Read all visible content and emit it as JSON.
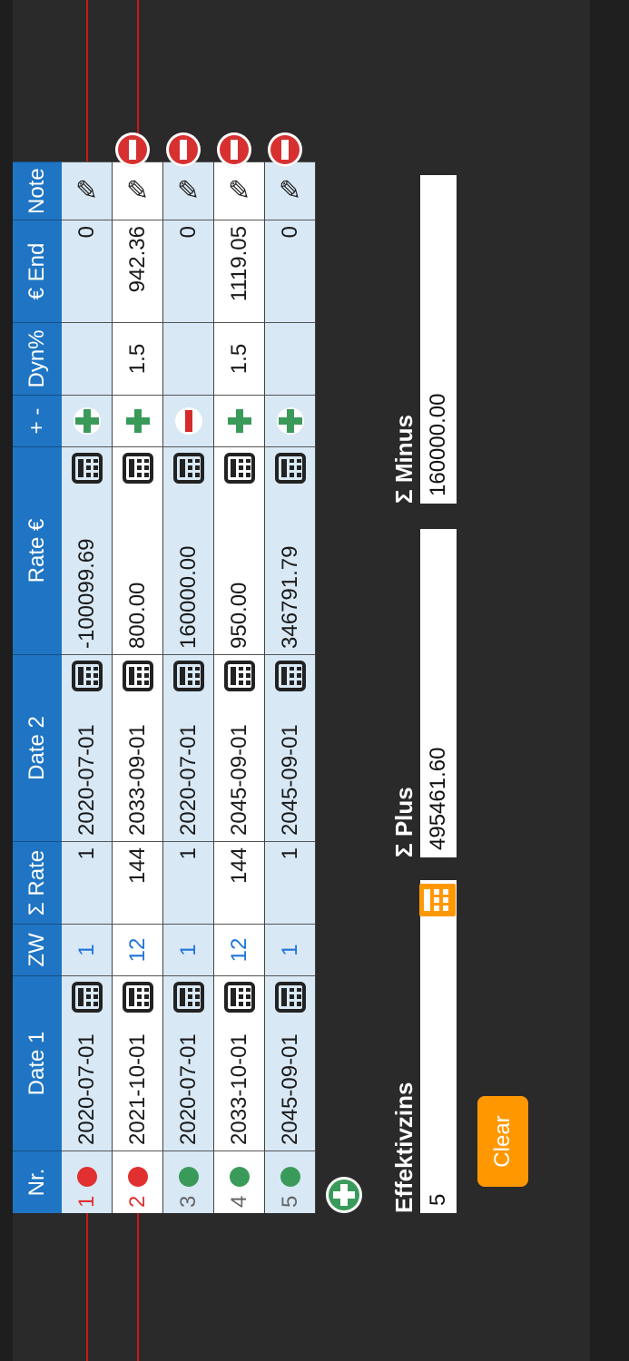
{
  "table": {
    "headers": {
      "nr": "Nr.",
      "date1": "Date 1",
      "zw": "ZW",
      "srate": "Σ Rate",
      "date2": "Date 2",
      "rate": "Rate €",
      "pm": "+ -",
      "dyn": "Dyn%",
      "end": "€ End",
      "note": "Note"
    },
    "rows": [
      {
        "nr": "1",
        "status": "red",
        "date1": "2020-07-01",
        "zw": "1",
        "srate": "1",
        "date2": "2020-07-01",
        "rate": "-100099.69",
        "sign": "plus",
        "dyn": "",
        "end": "0",
        "struck": true
      },
      {
        "nr": "2",
        "status": "red",
        "date1": "2021-10-01",
        "zw": "12",
        "srate": "144",
        "date2": "2033-09-01",
        "rate": "800.00",
        "sign": "plus",
        "dyn": "1.5",
        "end": "942.36",
        "struck": true
      },
      {
        "nr": "3",
        "status": "green",
        "date1": "2020-07-01",
        "zw": "1",
        "srate": "1",
        "date2": "2020-07-01",
        "rate": "160000.00",
        "sign": "minus",
        "dyn": "",
        "end": "0",
        "struck": false
      },
      {
        "nr": "4",
        "status": "green",
        "date1": "2033-10-01",
        "zw": "12",
        "srate": "144",
        "date2": "2045-09-01",
        "rate": "950.00",
        "sign": "plus",
        "dyn": "1.5",
        "end": "1119.05",
        "struck": false
      },
      {
        "nr": "5",
        "status": "green",
        "date1": "2045-09-01",
        "zw": "1",
        "srate": "1",
        "date2": "2045-09-01",
        "rate": "346791.79",
        "sign": "plus",
        "dyn": "",
        "end": "0",
        "struck": false
      }
    ]
  },
  "summary": {
    "effektivzins_label": "Effektivzins",
    "effektivzins_value": "5",
    "plus_label": "Σ Plus",
    "plus_value": "495461.60",
    "minus_label": "Σ Minus",
    "minus_value": "160000.00",
    "clear_label": "Clear"
  },
  "colors": {
    "header_blue": "#1f75c3",
    "row_alt": "#d8e8f5",
    "accent_orange": "#ff9800",
    "status_red": "#e03030",
    "status_green": "#3a9a5a"
  }
}
